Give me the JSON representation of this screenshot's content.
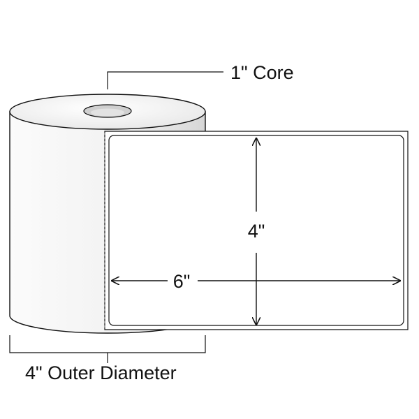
{
  "labels": {
    "core": "1\" Core",
    "outer_diameter": "4\" Outer Diameter",
    "height": "4\"",
    "width": "6\""
  },
  "colors": {
    "stroke": "#111111",
    "roll_light": "#fafafa",
    "roll_dark": "#d4d4d4",
    "core_fill": "#d0d0d0",
    "core_hole": "#e4e4e4",
    "label_face": "#ffffff"
  }
}
